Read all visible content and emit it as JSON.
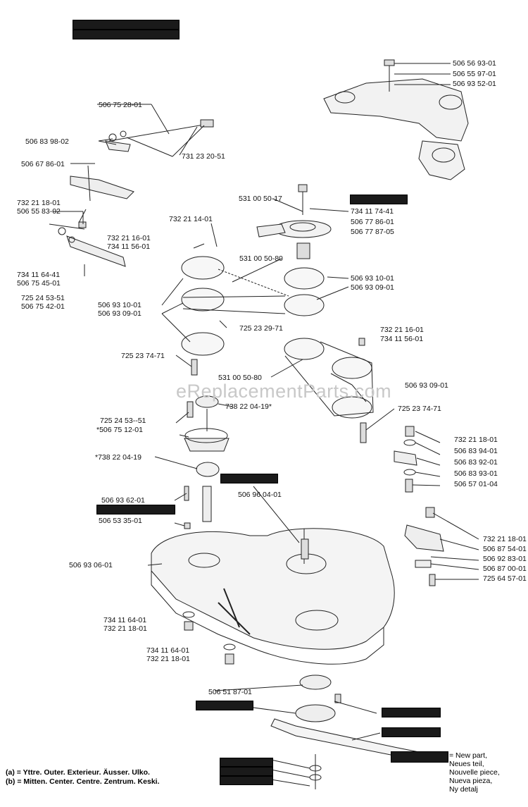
{
  "watermark": "eReplacementParts.com",
  "labels": {
    "l1": "506 56 93-01",
    "l2": "506 55 97-01",
    "l3": "506 93 52-01",
    "l4": "506 75 28-01",
    "l5": "506 83 98-02",
    "l6": "731 23 20-51",
    "l7": "506 67 86-01",
    "l8": "531 00 50-17",
    "l9": "734 11 74-41",
    "l10": "506 77 86-01",
    "l11": "506 77 87-05",
    "l12": "732 21 18-01",
    "l13": "506 55 83-02",
    "l14": "732 21 14-01",
    "l15": "732 21 16-01",
    "l16": "734 11 56-01",
    "l17": "531 00 50-80",
    "l18": "506 93 10-01",
    "l19": "506 93 09-01",
    "l20": "734 11 64-41",
    "l21": "506 75 45-01",
    "l22": "725 24 53-51",
    "l23": "506 75 42-01",
    "l24": "506 93 10-01",
    "l25": "506 93 09-01",
    "l26": "725 23 29-71",
    "l27": "732 21 16-01",
    "l28": "734 11 56-01",
    "l29": "725 23 74-71",
    "l30": "531 00 50-80",
    "l31": "506 93 09-01",
    "l32": "738 22 04-19*",
    "l33": "725 24 53--51",
    "l34": "*506 75 12-01",
    "l35": "725 23 74-71",
    "l36": "732 21 18-01",
    "l37": "506 83 94-01",
    "l38": "*738 22 04-19",
    "l39": "506 83 92-01",
    "l40": "506 83 93-01",
    "l41": "506 57 01-04",
    "l42": "506 93 62-01",
    "l43": "506 96 04-01",
    "l44": "506 53 35-01",
    "l45": "732 21 18-01",
    "l46": "506 87 54-01",
    "l47": "506 92 83-01",
    "l48": "506 93 06-01",
    "l49": "506 87 00-01",
    "l50": "725 64 57-01",
    "l51": "734 11 64-01",
    "l52": "732 21 18-01",
    "l53": "734 11 64-01",
    "l54": "732 21 18-01",
    "l55": "506 51 87-01"
  },
  "legend": {
    "a": "(a) = Yttre. Outer. Exterieur. Äusser. Ulko.",
    "b": "(b) = Mitten. Center. Centre. Zentrum. Keski."
  },
  "new_part": [
    "= New part,",
    "Neues teil,",
    "Nouvelle piece,",
    "Nueva pieza,",
    "Ny detalj"
  ]
}
